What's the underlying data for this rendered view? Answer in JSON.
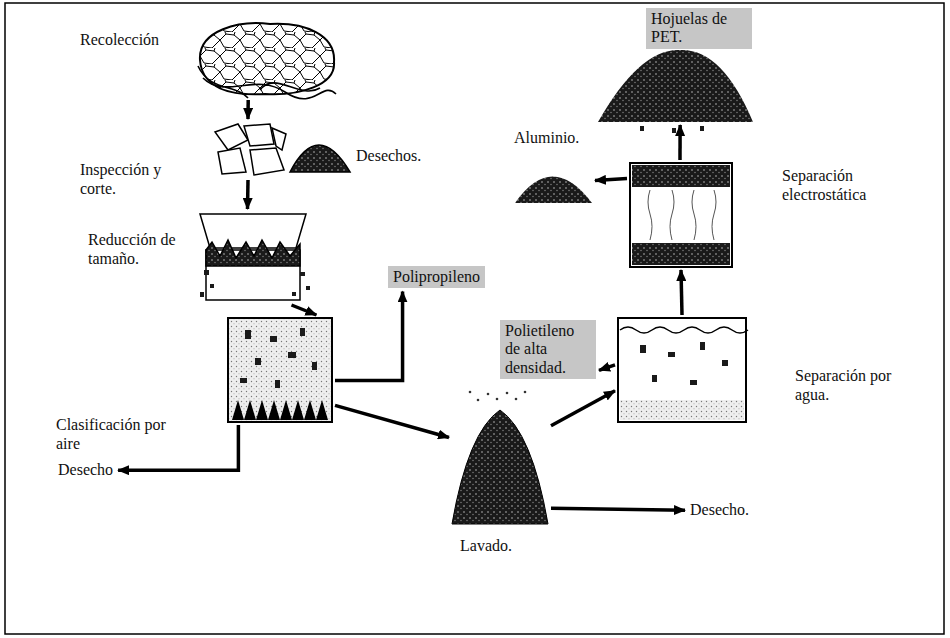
{
  "diagram": {
    "nodes": [
      {
        "text": [
          "Recolección"
        ]
      },
      {
        "text": [
          "Inspección y corte."
        ]
      },
      {
        "text": [
          "Desechos."
        ]
      },
      {
        "text": [
          "Reducción de tamaño."
        ]
      },
      {
        "text": [
          "Clasificación por aire"
        ]
      },
      {
        "text": [
          "Desecho"
        ]
      },
      {
        "text": [
          "Polipropileno"
        ]
      },
      {
        "text": [
          "Lavado."
        ]
      },
      {
        "text": [
          "Desecho."
        ]
      },
      {
        "text": [
          "Polietileno de alta densidad."
        ]
      },
      {
        "text": [
          "Separación por agua."
        ]
      },
      {
        "text": [
          "Separación electrostática"
        ]
      },
      {
        "text": [
          "Aluminio."
        ]
      },
      {
        "text": [
          "Hojuelas de PET."
        ]
      }
    ],
    "edges": [
      {
        "from": 0,
        "to": 1,
        "arrow": "to"
      },
      {
        "from": 1,
        "to": 3,
        "arrow": "to"
      },
      {
        "from": 3,
        "to": 4,
        "arrow": "to"
      },
      {
        "from": 4,
        "to": 5,
        "arrow": "to"
      },
      {
        "from": 4,
        "to": 6,
        "arrow": "to"
      },
      {
        "from": 4,
        "to": 7,
        "arrow": "to"
      },
      {
        "from": 7,
        "to": 8,
        "arrow": "to"
      },
      {
        "from": 7,
        "to": 10,
        "arrow": "to"
      },
      {
        "from": 10,
        "to": 9,
        "arrow": "to"
      },
      {
        "from": 10,
        "to": 11,
        "arrow": "to"
      },
      {
        "from": 11,
        "to": 12,
        "arrow": "to"
      },
      {
        "from": 11,
        "to": 13,
        "arrow": "to"
      }
    ]
  }
}
